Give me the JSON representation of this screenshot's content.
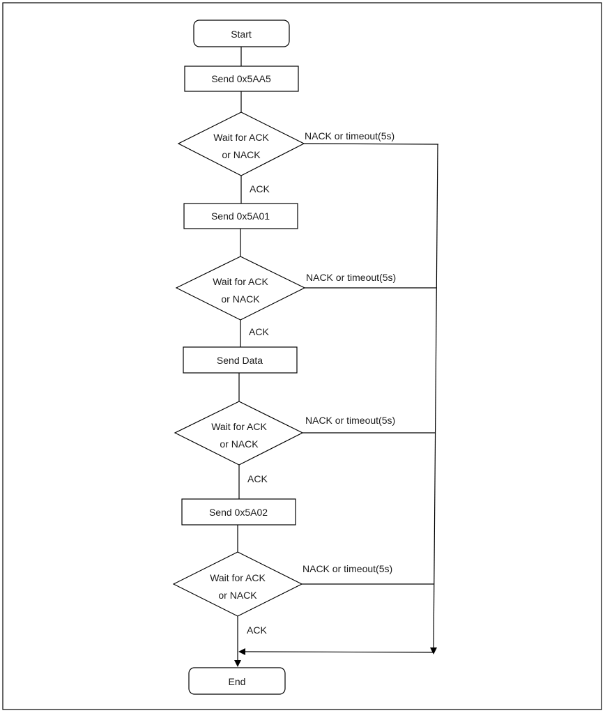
{
  "start": {
    "label": "Start"
  },
  "end": {
    "label": "End"
  },
  "steps": [
    {
      "send_label": "Send 0x5AA5",
      "decision_lines": [
        "Wait for ACK",
        "or NACK"
      ],
      "yes_label": "ACK",
      "no_label": "NACK or timeout(5s)"
    },
    {
      "send_label": "Send 0x5A01",
      "decision_lines": [
        "Wait for ACK",
        "or NACK"
      ],
      "yes_label": "ACK",
      "no_label": "NACK or timeout(5s)"
    },
    {
      "send_label": "Send Data",
      "decision_lines": [
        "Wait for ACK",
        "or NACK"
      ],
      "yes_label": "ACK",
      "no_label": "NACK or timeout(5s)"
    },
    {
      "send_label": "Send 0x5A02",
      "decision_lines": [
        "Wait for ACK",
        "or NACK"
      ],
      "yes_label": "ACK",
      "no_label": "NACK or timeout(5s)"
    }
  ]
}
